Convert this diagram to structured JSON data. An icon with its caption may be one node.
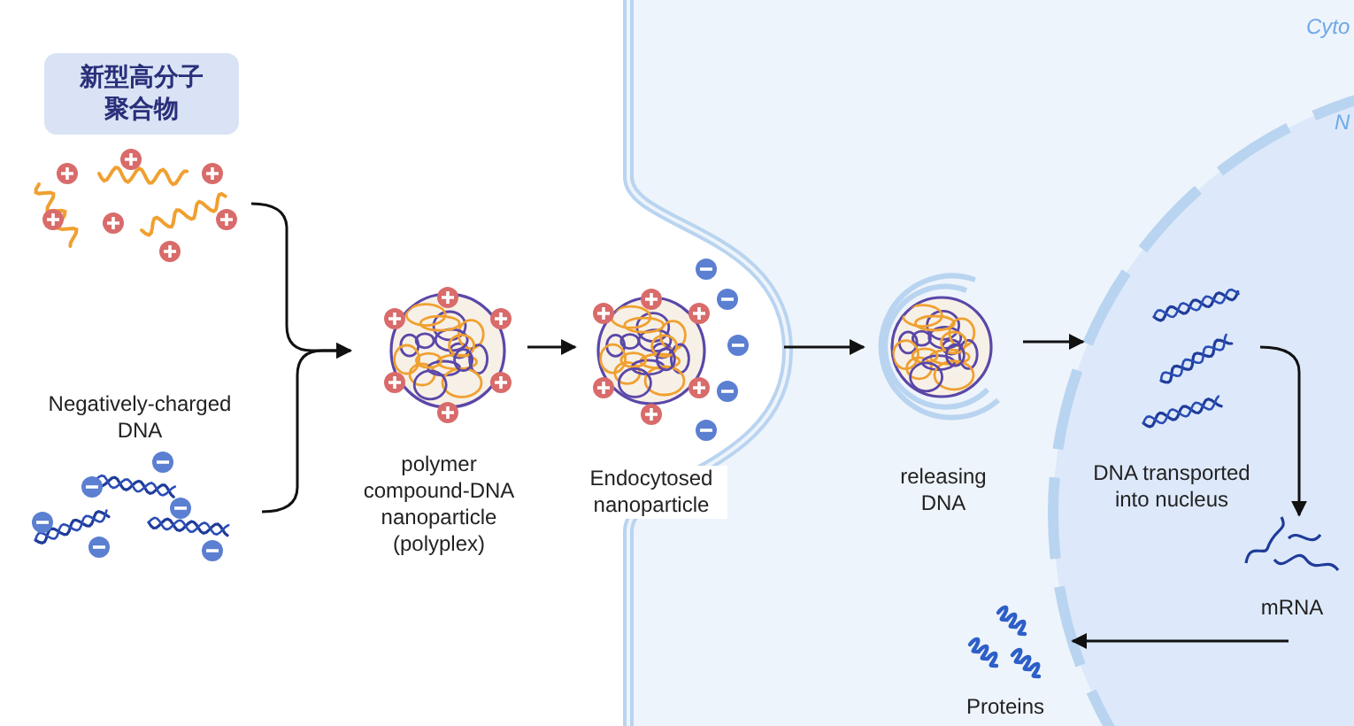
{
  "diagram": {
    "nodes": [
      {
        "text": [
          "新型高分子聚合物"
        ]
      },
      {
        "text": [],
        "shape": "picture"
      },
      {
        "text": [
          "Negatively-charged DNA"
        ]
      },
      {
        "text": [
          "polymer compound-DNA nanoparticle (polyplex)"
        ]
      },
      {
        "text": [
          "Endocytosed nanoparticle"
        ]
      },
      {
        "text": [
          "releasing DNA"
        ]
      },
      {
        "text": [
          "DNA transported into nucleus"
        ]
      },
      {
        "text": [
          "mRNA"
        ]
      },
      {
        "text": [
          "Proteins"
        ]
      }
    ],
    "edges": [
      {
        "from": 1,
        "to": 3,
        "arrow": "to"
      },
      {
        "from": 2,
        "to": 3,
        "arrow": "to"
      },
      {
        "from": 3,
        "to": 4,
        "arrow": "to"
      },
      {
        "from": 4,
        "to": 5,
        "arrow": "to"
      },
      {
        "from": 5,
        "to": 6,
        "arrow": "to"
      },
      {
        "from": 6,
        "to": 7,
        "arrow": "to"
      },
      {
        "from": 7,
        "to": 8,
        "arrow": "to"
      }
    ],
    "labels": [
      "Cyto",
      "N"
    ]
  }
}
